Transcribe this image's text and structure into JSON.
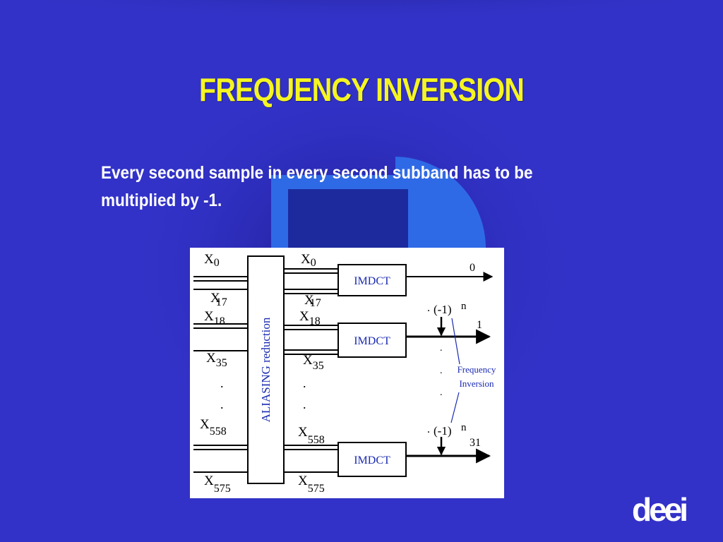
{
  "slide": {
    "title": "FREQUENCY INVERSION",
    "body": "Every second sample in every second subband has to be multiplied by -1.",
    "logo": "deei"
  },
  "diagram": {
    "block_alias": "ALIASING reduction",
    "imdct_label": "IMDCT",
    "in": {
      "x0": "X",
      "s0": "0",
      "x17": "X",
      "s17": "17",
      "x18": "X",
      "s18": "18",
      "x35": "X",
      "s35": "35",
      "x558": "X",
      "s558": "558",
      "x575": "X",
      "s575": "575"
    },
    "out": {
      "x0": "X",
      "s0": "0",
      "x17": "X",
      "s17": "17",
      "x18": "X",
      "s18": "18",
      "x35": "X",
      "s35": "35",
      "x558": "X",
      "s558": "558",
      "x575": "X",
      "s575": "575"
    },
    "outputs": {
      "o0": "0",
      "o1": "1",
      "o31": "31"
    },
    "factor": "(-1)",
    "factor_exp": "n",
    "annotation_line1": "Frequency",
    "annotation_line2": "Inversion",
    "dot": "."
  },
  "colors": {
    "background": "#3232c8",
    "title": "#f5f522",
    "text": "#ffffff",
    "diagram_ink": "#000000",
    "diagram_blue": "#1a2ab0"
  }
}
